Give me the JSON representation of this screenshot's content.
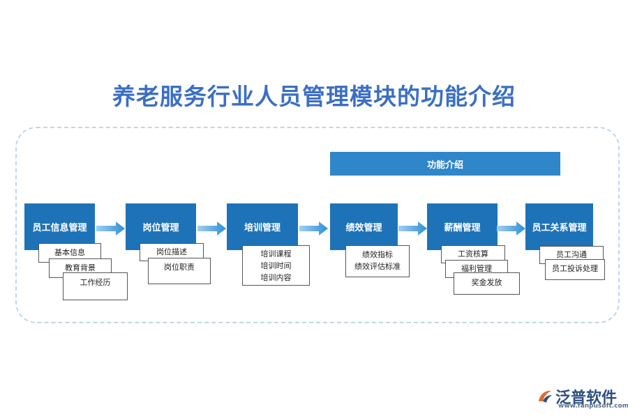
{
  "title": "养老服务行业人员管理模块的功能介绍",
  "header": "功能介绍",
  "modules": [
    {
      "label": "员工信息管理",
      "items": [
        "基本信息",
        "教育背景",
        "工作经历"
      ]
    },
    {
      "label": "岗位管理",
      "items": [
        "岗位描述",
        "岗位职责"
      ]
    },
    {
      "label": "培训管理",
      "items": [
        "培训课程",
        "培训时间",
        "培训内容"
      ]
    },
    {
      "label": "绩效管理",
      "items": [
        "绩效指标",
        "绩效评估标准"
      ]
    },
    {
      "label": "薪酬管理",
      "items": [
        "工资核算",
        "福利管理",
        "奖金发放"
      ]
    },
    {
      "label": "员工关系管理",
      "items": [
        "员工沟通",
        "员工投诉处理"
      ]
    }
  ],
  "logo": {
    "name": "泛普软件",
    "url": "www.fanpusoft.com"
  },
  "colors": {
    "module": "#1e73b8",
    "header": "#2f86c9",
    "title": "#3b6fc4",
    "arrow": "#2e8fd6"
  }
}
